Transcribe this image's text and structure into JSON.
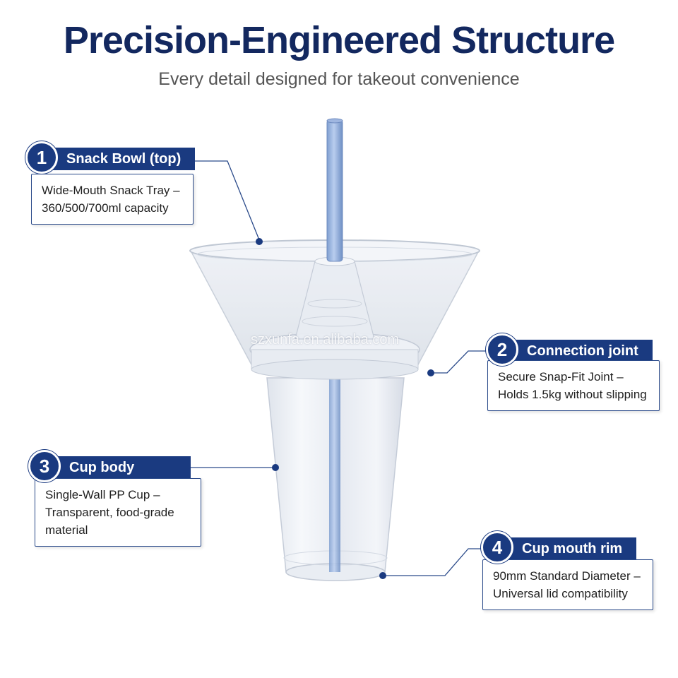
{
  "header": {
    "title": "Precision-Engineered Structure",
    "subtitle": "Every detail designed for takeout convenience"
  },
  "watermark": "szxunfa.en.alibaba.com",
  "callouts": [
    {
      "number": "1",
      "label": "Snack Bowl (top)",
      "lines": [
        "Wide-Mouth Snack Tray –",
        "360/500/700ml capacity"
      ]
    },
    {
      "number": "2",
      "label": "Connection joint",
      "lines": [
        "Secure Snap-Fit Joint –",
        "Holds 1.5kg without slipping"
      ]
    },
    {
      "number": "3",
      "label": "Cup body",
      "lines": [
        "Single-Wall PP Cup –",
        "Transparent, food-grade",
        "material"
      ]
    },
    {
      "number": "4",
      "label": "Cup mouth rim",
      "lines": [
        "90mm Standard Diameter –",
        "Universal lid compatibility"
      ]
    }
  ],
  "colors": {
    "navy": "#1a3a80",
    "title": "#13285f",
    "text": "#1f1f1f"
  }
}
